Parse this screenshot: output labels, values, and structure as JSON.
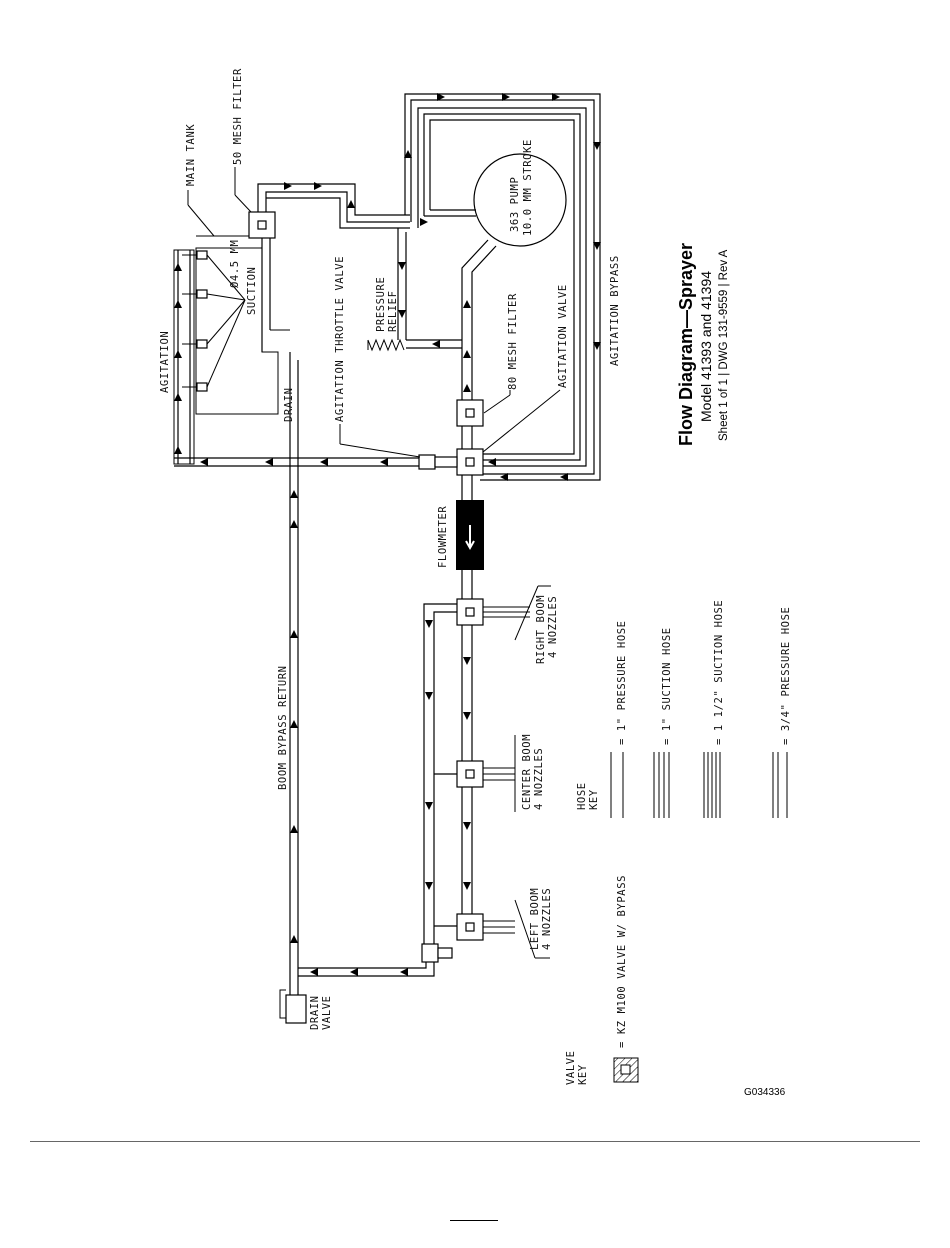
{
  "labels": {
    "main_tank": "MAIN TANK",
    "mesh50": "50 MESH FILTER",
    "orifice": "Ø4.5 MM",
    "suction": "SUCTION",
    "agitation": "AGITATION",
    "drain": "DRAIN",
    "throttle": "AGITATION THROTTLE VALVE",
    "pressure_relief_1": "PRESSURE",
    "pressure_relief_2": "RELIEF",
    "mesh80": "80 MESH FILTER",
    "agit_valve": "AGITATION VALVE",
    "pump_1": "363 PUMP",
    "pump_2": "10.0 MM STROKE",
    "agit_bypass": "AGITATION BYPASS",
    "flowmeter": "FLOWMETER",
    "right_boom_1": "RIGHT BOOM",
    "right_boom_2": "4 NOZZLES",
    "center_boom_1": "CENTER BOOM",
    "center_boom_2": "4 NOZZLES",
    "left_boom_1": "LEFT BOOM",
    "left_boom_2": "4 NOZZLES",
    "boom_bypass": "BOOM BYPASS RETURN",
    "drain_valve_1": "DRAIN",
    "drain_valve_2": "VALVE"
  },
  "hose_key": {
    "title_1": "HOSE",
    "title_2": "KEY",
    "items": [
      "= 1\" PRESSURE HOSE",
      "= 1\" SUCTION HOSE",
      "= 1 1/2\" SUCTION HOSE",
      "= 3/4\" PRESSURE HOSE"
    ]
  },
  "valve_key": {
    "title_1": "VALVE",
    "title_2": "KEY",
    "item": "= KZ M100 VALVE W/ BYPASS"
  },
  "title": {
    "main": "Flow Diagram—Sprayer",
    "model": "Model 41393 and 41394",
    "sheet": "Sheet 1 of 1 | DWG 131-9559 | Rev A"
  },
  "figure_code": "G034336"
}
